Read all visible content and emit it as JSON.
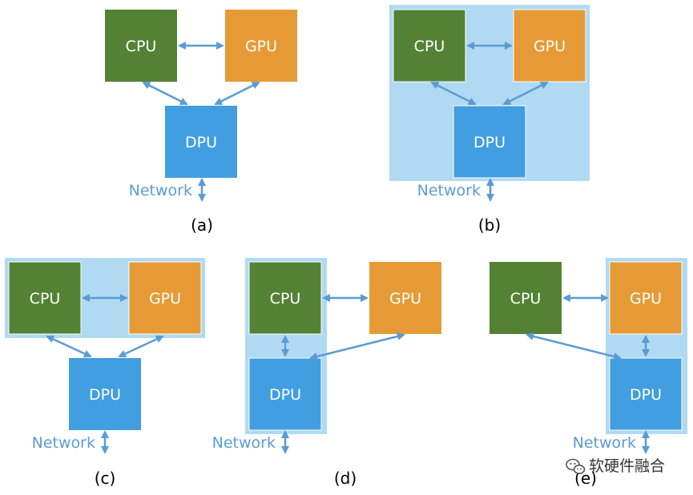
{
  "labels": {
    "cpu": "CPU",
    "gpu": "GPU",
    "dpu": "DPU",
    "network": "Network"
  },
  "captions": {
    "a": "(a)",
    "b": "(b)",
    "c": "(c)",
    "d": "(d)",
    "e": "(e)"
  },
  "watermark": {
    "text": "软硬件融合",
    "icon": "wechat-icon"
  },
  "colors": {
    "cpu": "#548235",
    "gpu": "#e69a35",
    "dpu": "#419ee0",
    "group": "#b0daf2",
    "arrow": "#5b9bd5",
    "network_text": "#5b9bd5"
  }
}
